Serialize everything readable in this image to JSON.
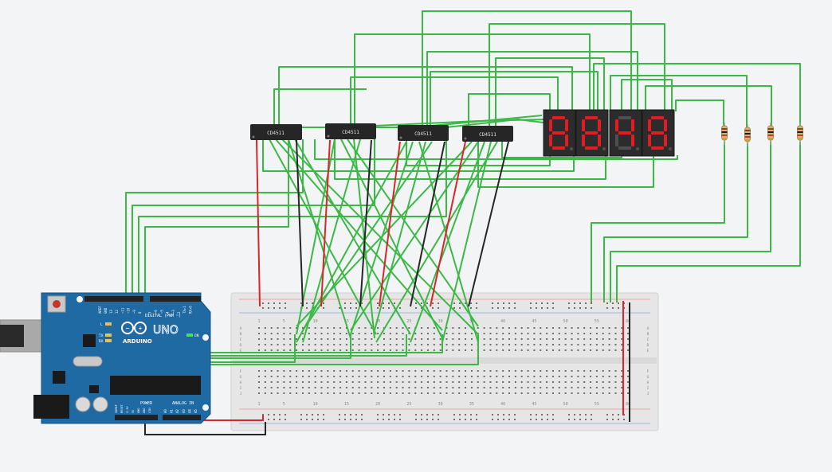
{
  "canvas": {
    "background": "#f3f4f6"
  },
  "colors": {
    "wire_green": "#3cb847",
    "wire_red": "#d9262b",
    "wire_black": "#262626",
    "segment_on": "#e31b23",
    "segment_off": "#4f4f4f",
    "display_body": "#2c2c2c",
    "board_blue": "#1f6aa3",
    "breadboard": "#e6e6e6"
  },
  "ics": [
    {
      "label": "CD4511"
    },
    {
      "label": "CD4511"
    },
    {
      "label": "CD4511"
    },
    {
      "label": "CD4511"
    }
  ],
  "displays": [
    {
      "digit": "8",
      "lit": true
    },
    {
      "digit": "8",
      "lit": true
    },
    {
      "digit": "4",
      "lit": true
    },
    {
      "digit": "8",
      "lit": true
    }
  ],
  "resistors": [
    {
      "name": "resistor-1"
    },
    {
      "name": "resistor-2"
    },
    {
      "name": "resistor-3"
    },
    {
      "name": "resistor-4"
    }
  ],
  "arduino": {
    "logo_text": "ARDUINO",
    "model": "UNO",
    "digital_label": "DIGITAL (PWM ~)",
    "analog_label": "ANALOG IN",
    "power_label": "POWER",
    "on_label": "ON",
    "l_label": "L",
    "tx_label": "TX",
    "rx_label": "RX",
    "aref_label": "AREF",
    "gnd_label": "GND",
    "pin_labels": [
      "13",
      "12",
      "~11",
      "~10",
      "~9",
      "8",
      "7",
      "~6",
      "~5",
      "4",
      "~3",
      "2",
      "TX▸1",
      "RX◂0"
    ],
    "power_pins": [
      "IOREF",
      "RESET",
      "3.3V",
      "5V",
      "GND",
      "GND",
      "VIN"
    ],
    "analog_pins": [
      "A0",
      "A1",
      "A2",
      "A3",
      "A4",
      "A5"
    ]
  },
  "breadboard": {
    "row_letters_top": [
      "A",
      "B",
      "C",
      "D",
      "E"
    ],
    "row_letters_bottom": [
      "F",
      "G",
      "H",
      "I",
      "J"
    ],
    "column_numbers": [
      "1",
      "5",
      "10",
      "15",
      "20",
      "25",
      "30",
      "35",
      "40",
      "45",
      "50",
      "55",
      "60"
    ]
  }
}
